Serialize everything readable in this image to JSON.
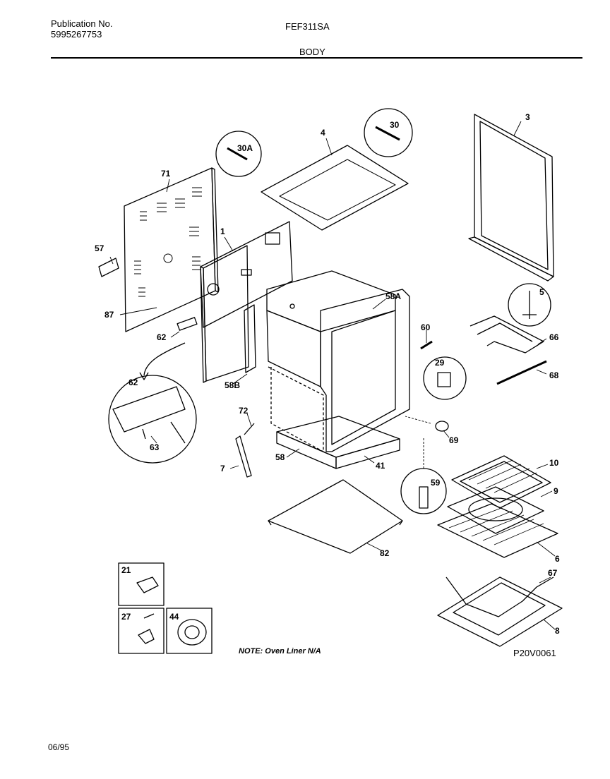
{
  "header": {
    "publication_label": "Publication No.",
    "publication_number": "5995267753",
    "model": "FEF311SA",
    "section": "BODY"
  },
  "note": "NOTE: Oven Liner N/A",
  "drawing_id": "P20V0061",
  "date": "06/95",
  "callouts": [
    "3",
    "4",
    "30",
    "30A",
    "71",
    "1",
    "57",
    "87",
    "62",
    "58A",
    "5",
    "60",
    "66",
    "68",
    "29",
    "58B",
    "72",
    "7",
    "58",
    "41",
    "69",
    "59",
    "10",
    "9",
    "6",
    "82",
    "67",
    "8",
    "21",
    "27",
    "44",
    "63"
  ]
}
